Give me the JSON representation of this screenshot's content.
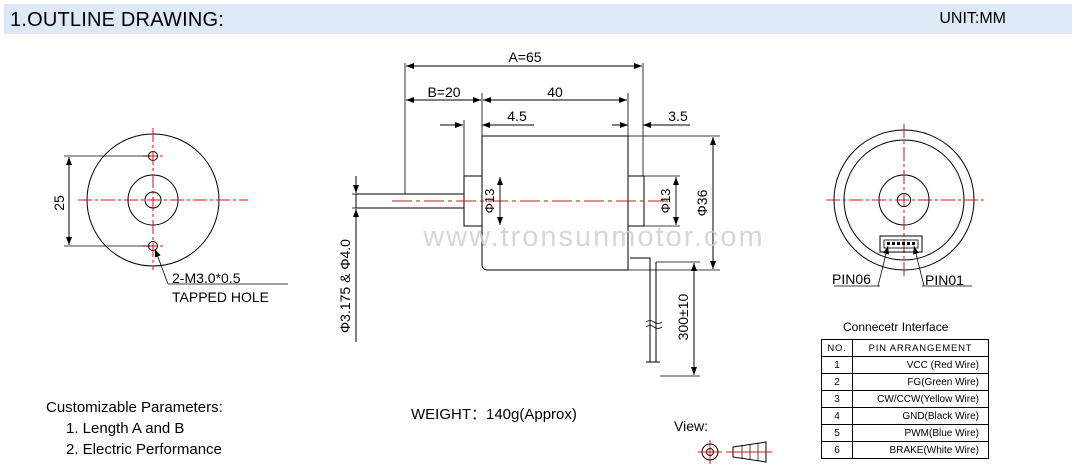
{
  "header": {
    "title": "1.OUTLINE DRAWING:",
    "unit": "UNIT:MM"
  },
  "front_view": {
    "dim_25": "25",
    "hole_label_1": "2-M3.0*0.5",
    "hole_label_2": "TAPPED HOLE"
  },
  "side_view": {
    "dim_a": "A=65",
    "dim_b": "B=20",
    "dim_40": "40",
    "dim_4_5": "4.5",
    "dim_3_5": "3.5",
    "dia_13_left": "Φ13",
    "dia_13_right": "Φ13",
    "dia_36": "Φ36",
    "shaft_dia": "Φ3.175 & Φ4.0",
    "wire_length": "300±10",
    "watermark": "www.tronsunmotor.com"
  },
  "rear_view": {
    "pin06": "PIN06",
    "pin01": "PIN01"
  },
  "connector": {
    "title": "Connecetr Interface",
    "headers": [
      "NO.",
      "PIN ARRANGEMENT"
    ],
    "rows": [
      {
        "no": "1",
        "pin": "VCC (Red Wire)"
      },
      {
        "no": "2",
        "pin": "FG(Green Wire)"
      },
      {
        "no": "3",
        "pin": "CW/CCW(Yellow Wire)"
      },
      {
        "no": "4",
        "pin": "GND(Black Wire)"
      },
      {
        "no": "5",
        "pin": "PWM(Blue Wire)"
      },
      {
        "no": "6",
        "pin": "BRAKE(White Wire)"
      }
    ]
  },
  "params": {
    "title": "Customizable Parameters:",
    "items": [
      "1. Length A and B",
      "2. Electric Performance"
    ]
  },
  "weight": "WEIGHT：140g(Approx)",
  "view_label": "View:"
}
